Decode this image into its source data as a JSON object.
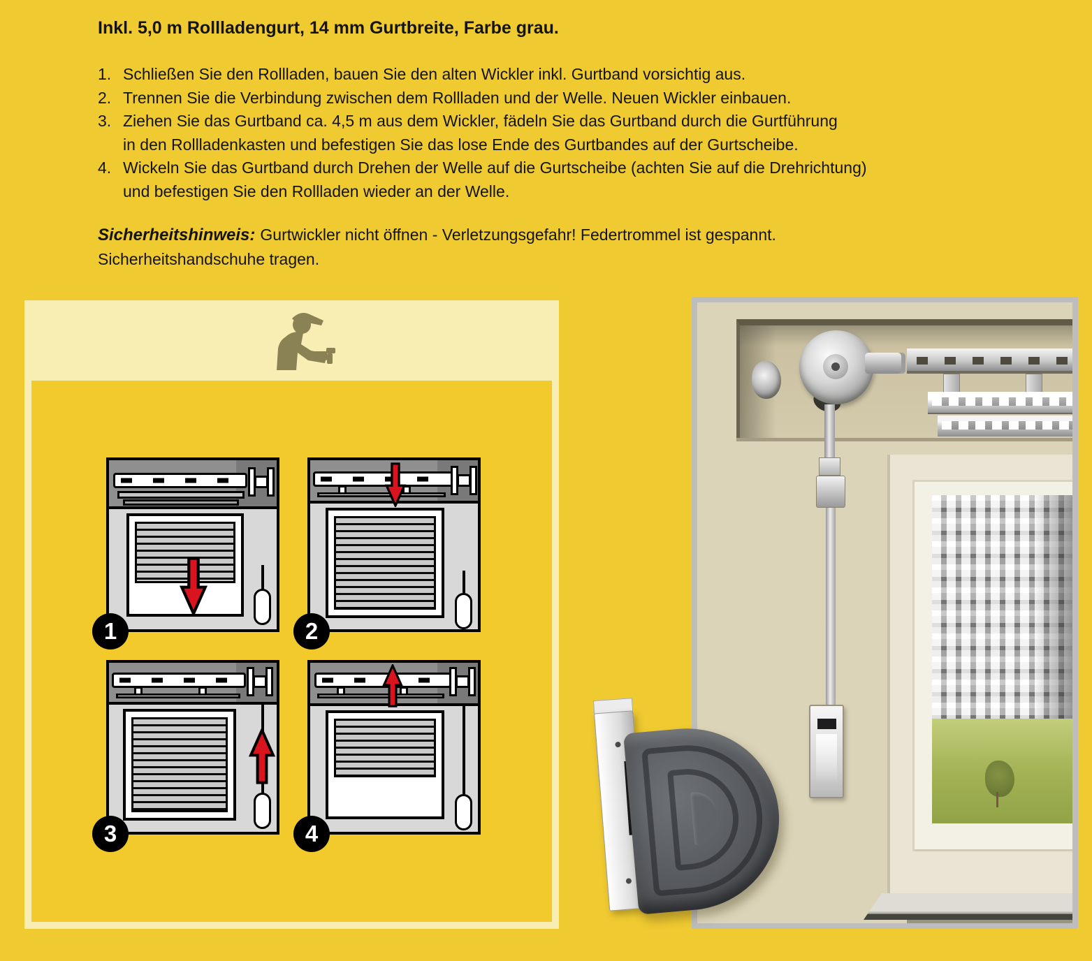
{
  "document": {
    "heading": "Inkl. 5,0 m Rollladengurt, 14 mm Gurtbreite, Farbe grau.",
    "steps": [
      {
        "number": "1.",
        "text": "Schließen Sie den Rollladen, bauen Sie den alten Wickler inkl. Gurtband vorsichtig aus."
      },
      {
        "number": "2.",
        "text": "Trennen Sie die Verbindung zwischen dem Rollladen und der Welle. Neuen Wickler einbauen."
      },
      {
        "number": "3.",
        "text": "Ziehen Sie das Gurtband ca. 4,5 m aus dem Wickler, fädeln Sie das Gurtband durch die Gurtführung\nin den Rollladenkasten und befestigen Sie das lose Ende des Gurtbandes auf der Gurtscheibe."
      },
      {
        "number": "4.",
        "text": "Wickeln Sie das Gurtband durch Drehen der Welle auf die Gurtscheibe (achten Sie auf die Drehrichtung)\nund befestigen Sie den Rollladen wieder an der Welle."
      }
    ],
    "safety_label": "Sicherheitshinweis:",
    "safety_text": "Gurtwickler nicht öffnen - Verletzungsgefahr! Federtrommel ist gespannt.\nSicherheitshandschuhe tragen."
  },
  "instruction_panel": {
    "badges": [
      "1",
      "2",
      "3",
      "4"
    ],
    "icon": "installer-with-drill"
  },
  "colors": {
    "page_background": "#f0ca31",
    "panel_cream": "#f8edb3",
    "panel_yellow": "#f2ca2b",
    "arrow_red": "#d9141f",
    "diagram_box_gray": "#8f8f8f",
    "photo_wall_beige": "#dcd4b8",
    "grass_green": "#a3b355",
    "winder_body_gray": "#56595d"
  }
}
